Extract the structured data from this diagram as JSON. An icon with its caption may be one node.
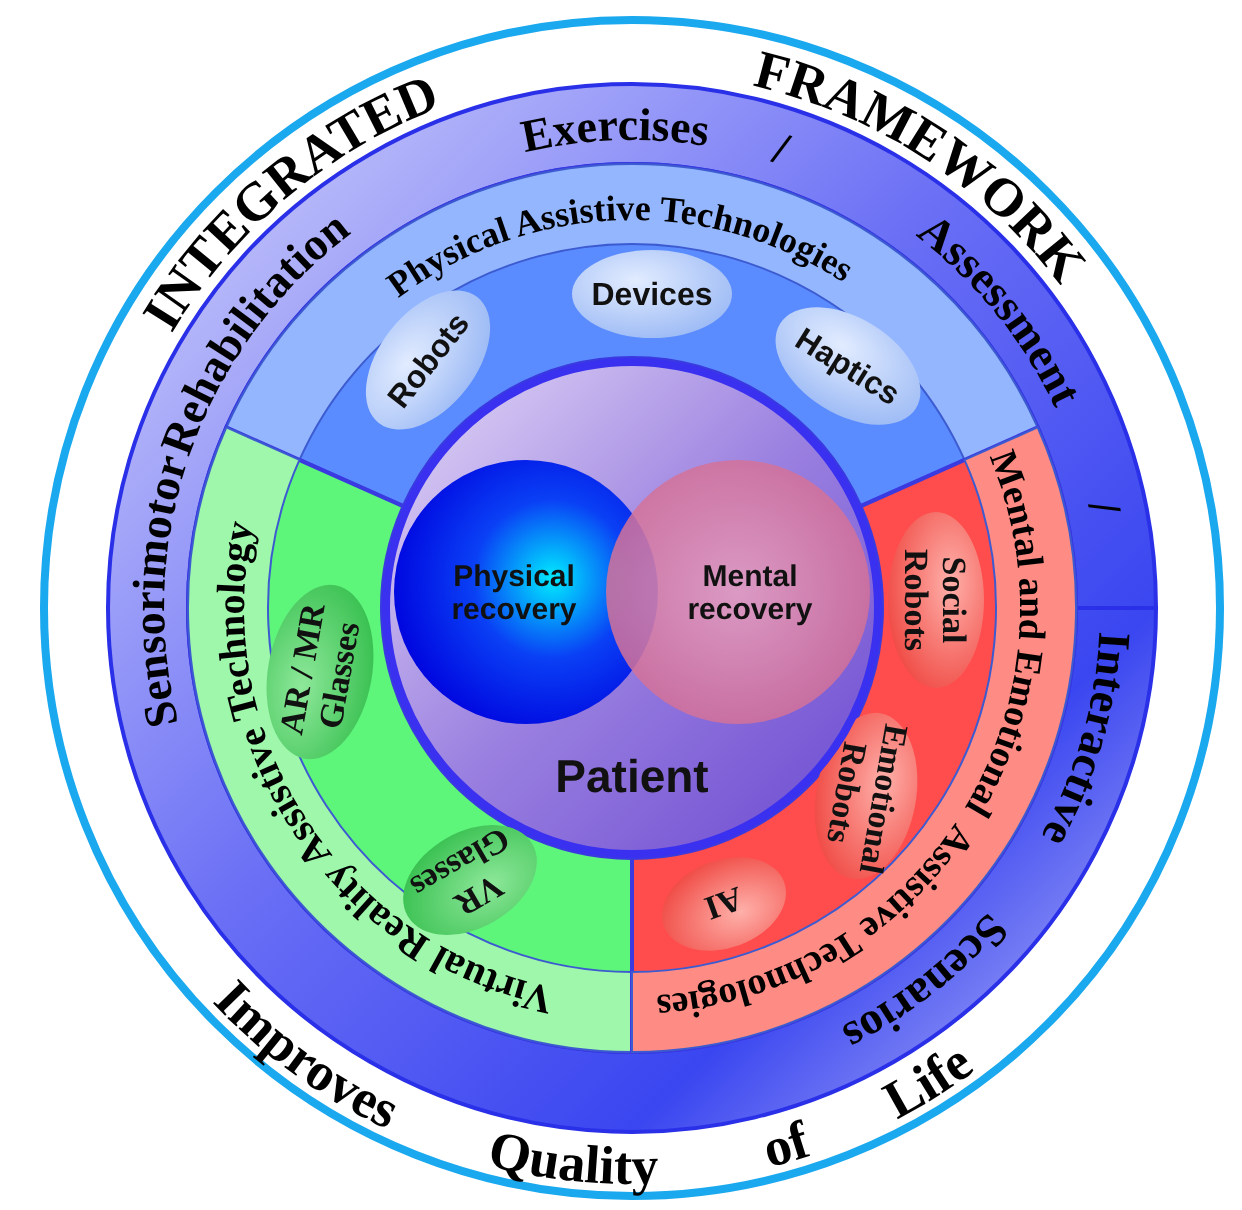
{
  "diagram": {
    "nodes": [
      {
        "text": [
          "INTEGRATED",
          "FRAMEWORK",
          "Improves",
          "Quality",
          "of",
          "Life"
        ]
      },
      {
        "text": [
          "Sensorimotor",
          "Rehabilitation",
          "Exercises",
          "/",
          "Assessment",
          "/",
          "Interactive",
          "Scenarios"
        ],
        "in": 0
      },
      {
        "text": [
          "Physical Assistive Technologies"
        ],
        "in": 0
      },
      {
        "text": [
          "Robots"
        ],
        "in": 2
      },
      {
        "text": [
          "Devices"
        ],
        "in": 2
      },
      {
        "text": [
          "Haptics"
        ],
        "in": 2
      },
      {
        "text": [
          "Virtual Reality Assistive Technology"
        ],
        "in": 0
      },
      {
        "text": [
          "AR / MR Glasses"
        ],
        "in": 6
      },
      {
        "text": [
          "VR Glasses"
        ],
        "in": 6
      },
      {
        "text": [
          "Mental and Emotional",
          "Assistive Technologies"
        ],
        "in": 0
      },
      {
        "text": [
          "Social Robots"
        ],
        "in": 9
      },
      {
        "text": [
          "Emotional Robots"
        ],
        "in": 9
      },
      {
        "text": [
          "AI"
        ],
        "in": 9
      },
      {
        "text": [
          "Patient"
        ],
        "in": 0
      },
      {
        "text": [
          "Physical recovery"
        ],
        "in": 13
      },
      {
        "text": [
          "Mental recovery"
        ],
        "in": 13
      }
    ],
    "edges": []
  }
}
